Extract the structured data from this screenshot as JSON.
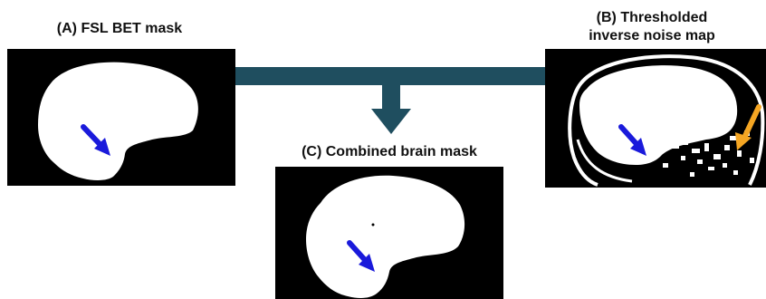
{
  "panels": {
    "a": {
      "label": "(A) FSL BET mask"
    },
    "b": {
      "label_line1": "(B) Thresholded",
      "label_line2": "inverse noise map"
    },
    "c": {
      "label": "(C) Combined brain mask"
    }
  },
  "colors": {
    "background": "#ffffff",
    "panel_bg": "#000000",
    "mask": "#ffffff",
    "connector": "#1f4e5f",
    "blue_arrow": "#1a1adb",
    "orange_arrow": "#f5a623"
  }
}
